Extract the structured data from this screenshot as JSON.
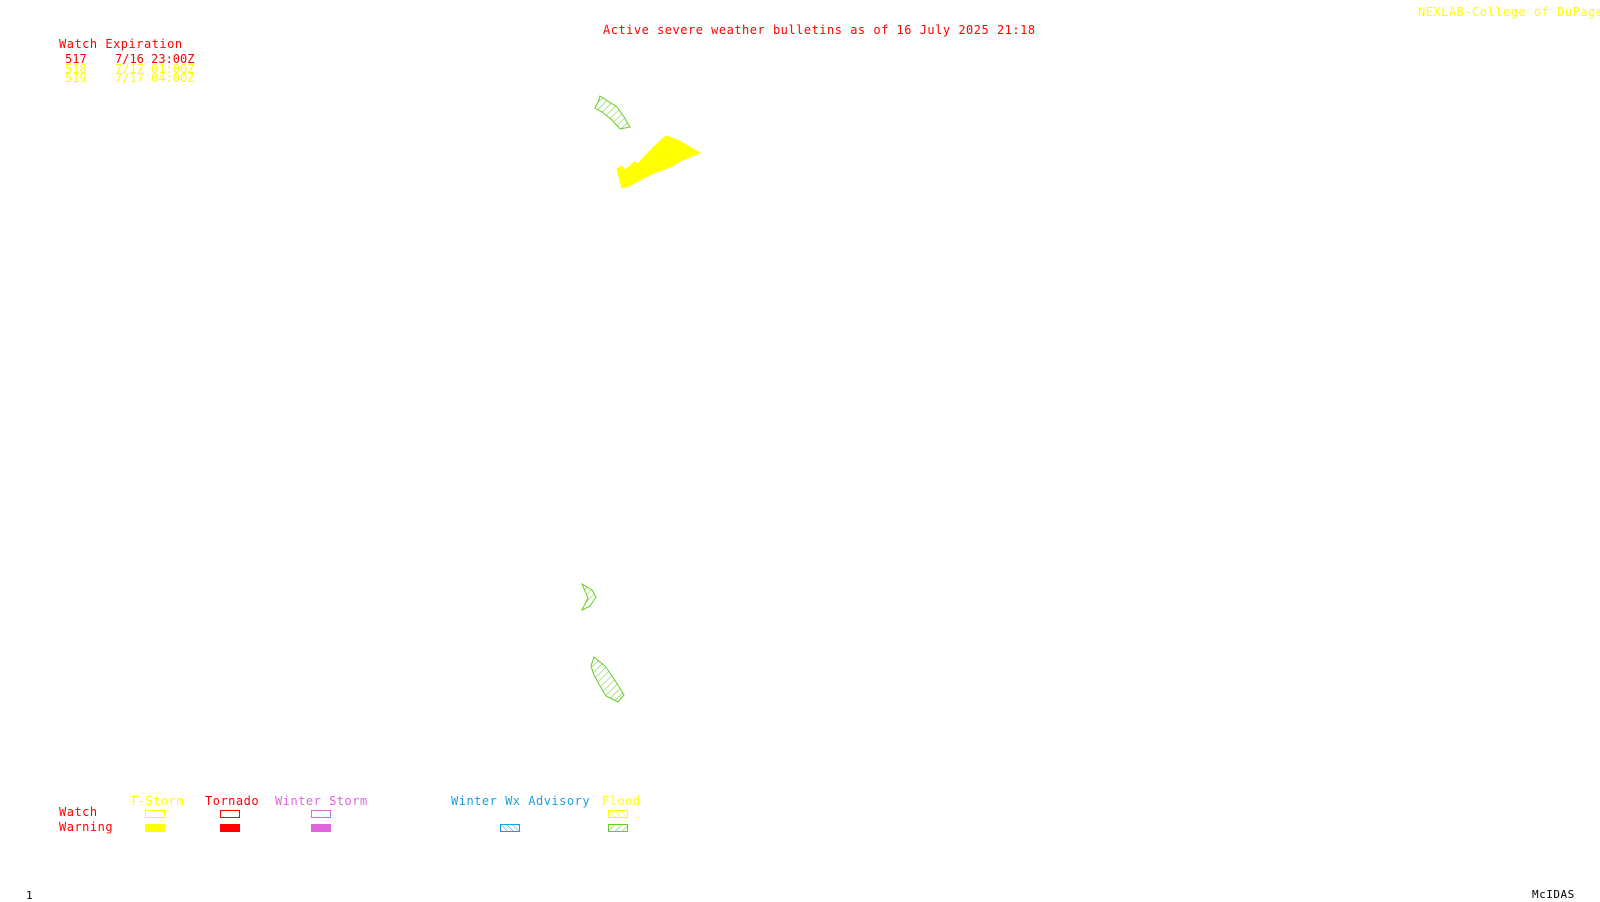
{
  "header": {
    "title": "Active severe weather bulletins as of 16 July 2025 21:18",
    "credit": "NEXLAB-College of DuPage R"
  },
  "watch_expiration": {
    "heading": "Watch Expiration",
    "rows": [
      {
        "id": "517",
        "expires": "7/16 23:00Z",
        "color": "#ff0000"
      },
      {
        "id": "518",
        "expires": "7/17 01:00Z",
        "color": "#ffff00"
      },
      {
        "id": "519",
        "expires": "7/17 04:00Z",
        "color": "#ffff00"
      }
    ]
  },
  "legend": {
    "row_labels": {
      "watch": "Watch",
      "warning": "Warning"
    },
    "categories": [
      {
        "name": "T-Storm",
        "color": "#ffff00",
        "watch_style": "outline",
        "warning_style": "solid"
      },
      {
        "name": "Tornado",
        "color": "#ff0000",
        "watch_style": "outline",
        "warning_style": "solid"
      },
      {
        "name": "Winter Storm",
        "color": "#dd66dd",
        "watch_style": "outline",
        "warning_style": "solid"
      },
      {
        "name": "Winter Wx Advisory",
        "color": "#1aa0e0",
        "watch_style": "none",
        "warning_style": "hatched"
      },
      {
        "name": "Flood",
        "color": "#66cc22",
        "watch_style": "hatched-yellow",
        "warning_style": "hatched"
      }
    ]
  },
  "map_areas": [
    {
      "name": "flood-warning-area-north",
      "type": "Flood Warning",
      "color": "#66cc22",
      "style": "hatched"
    },
    {
      "name": "tstorm-warning-area",
      "type": "T-Storm Warning",
      "color": "#ffff00",
      "style": "solid"
    },
    {
      "name": "flood-warning-area-mid",
      "type": "Flood Warning",
      "color": "#66cc22",
      "style": "hatched"
    },
    {
      "name": "flood-warning-area-south",
      "type": "Flood Warning",
      "color": "#66cc22",
      "style": "hatched"
    }
  ],
  "footer": {
    "frame_number": "1",
    "software": "McIDAS"
  }
}
